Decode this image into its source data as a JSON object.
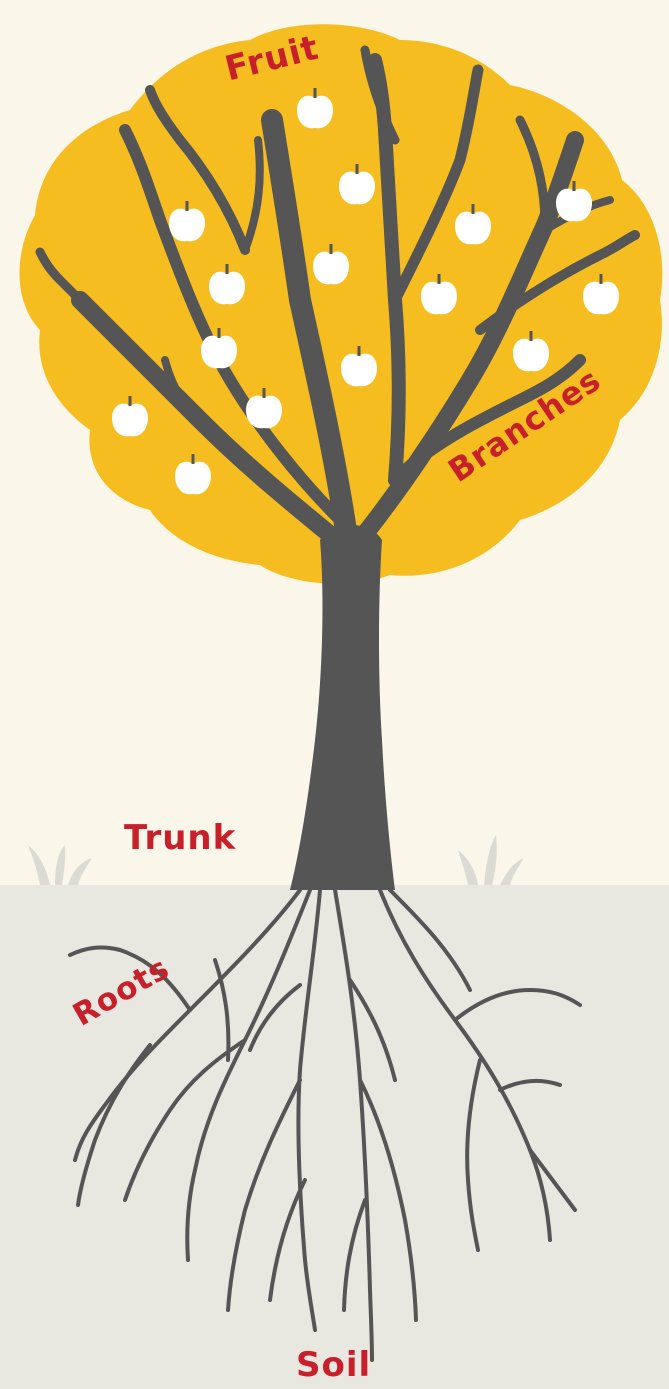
{
  "labels": {
    "fruit": "Fruit",
    "branches": "Branches",
    "trunk": "Trunk",
    "roots": "Roots",
    "soil": "Soil"
  },
  "colors": {
    "background": "#fbf6ea",
    "canopy": "#f5bd1f",
    "wood": "#555555",
    "soil": "#e8e7e0",
    "fruit": "#ffffff",
    "label": "#c8202a"
  },
  "icons": {
    "fruit": "apple-icon"
  }
}
